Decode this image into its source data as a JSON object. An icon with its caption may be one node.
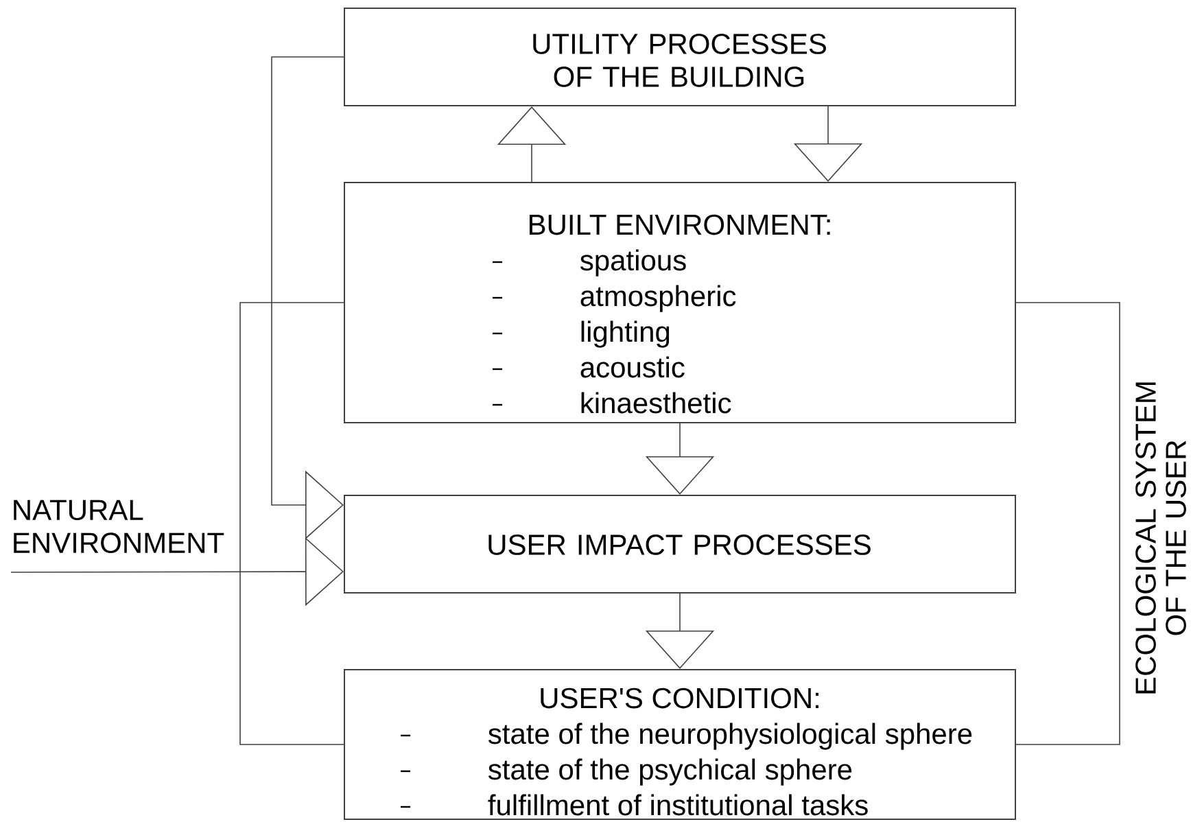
{
  "diagram": {
    "nodes": [
      {
        "text": [
          "UTILITY PROCESSES OF THE BUILDING"
        ]
      },
      {
        "text": [
          "BUILT ENVIRONMENT:",
          "spatious",
          "atmospheric",
          "lighting",
          "acoustic",
          "kinaesthetic"
        ]
      },
      {
        "text": [
          "USER IMPACT PROCESSES"
        ]
      },
      {
        "text": [
          "USER'S CONDITION:",
          "state of the neurophysiological sphere",
          "state of the psychical sphere",
          "fulfillment of institutional tasks"
        ]
      },
      {
        "text": [
          "NATURAL ENVIRONMENT"
        ]
      }
    ],
    "edges": [
      {
        "from": 1,
        "to": 0,
        "arrow": "to"
      },
      {
        "from": 0,
        "to": 1,
        "arrow": "to"
      },
      {
        "from": 1,
        "to": 2,
        "arrow": "to"
      },
      {
        "from": 2,
        "to": 3,
        "arrow": "to"
      },
      {
        "from": 0,
        "to": 2,
        "arrow": "to"
      },
      {
        "from": 4,
        "to": 2,
        "arrow": "to"
      },
      {
        "from": 1,
        "to": 3,
        "arrow": "none"
      },
      {
        "from": 1,
        "to": 3,
        "arrow": "none"
      }
    ],
    "labels": [
      "ECOLOGICAL SYSTEM OF THE USER"
    ]
  }
}
